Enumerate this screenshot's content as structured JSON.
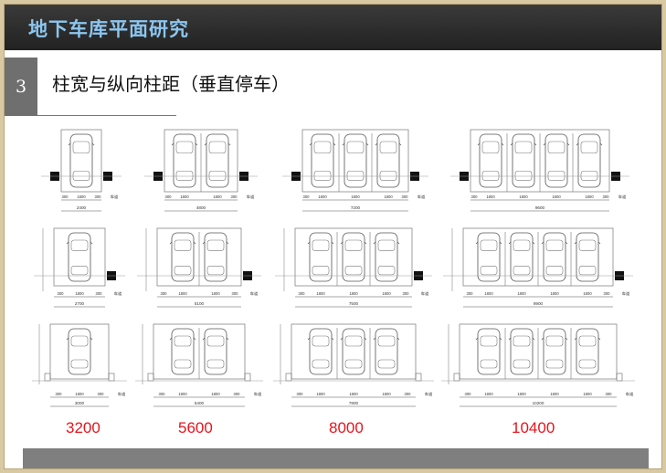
{
  "header": {
    "title": "地下车库平面研究"
  },
  "section": {
    "number": "3",
    "title": "柱宽与纵向柱距（垂直停车）"
  },
  "grid_labels": {
    "dim_small": "300",
    "dim_space": "1800",
    "lane": "车道"
  },
  "totals": {
    "row1": [
      "2400",
      "4800",
      "7200",
      "9600"
    ],
    "row2": [
      "2700",
      "5100",
      "7500",
      "9900"
    ],
    "row3": [
      "3000",
      "5400",
      "7800",
      "10200"
    ]
  },
  "captions": [
    "3200",
    "5600",
    "8000",
    "10400"
  ],
  "colors": {
    "title_text": "#8cc6ef",
    "caption": "#e8141c",
    "title_bar": "#2b2b2b"
  }
}
